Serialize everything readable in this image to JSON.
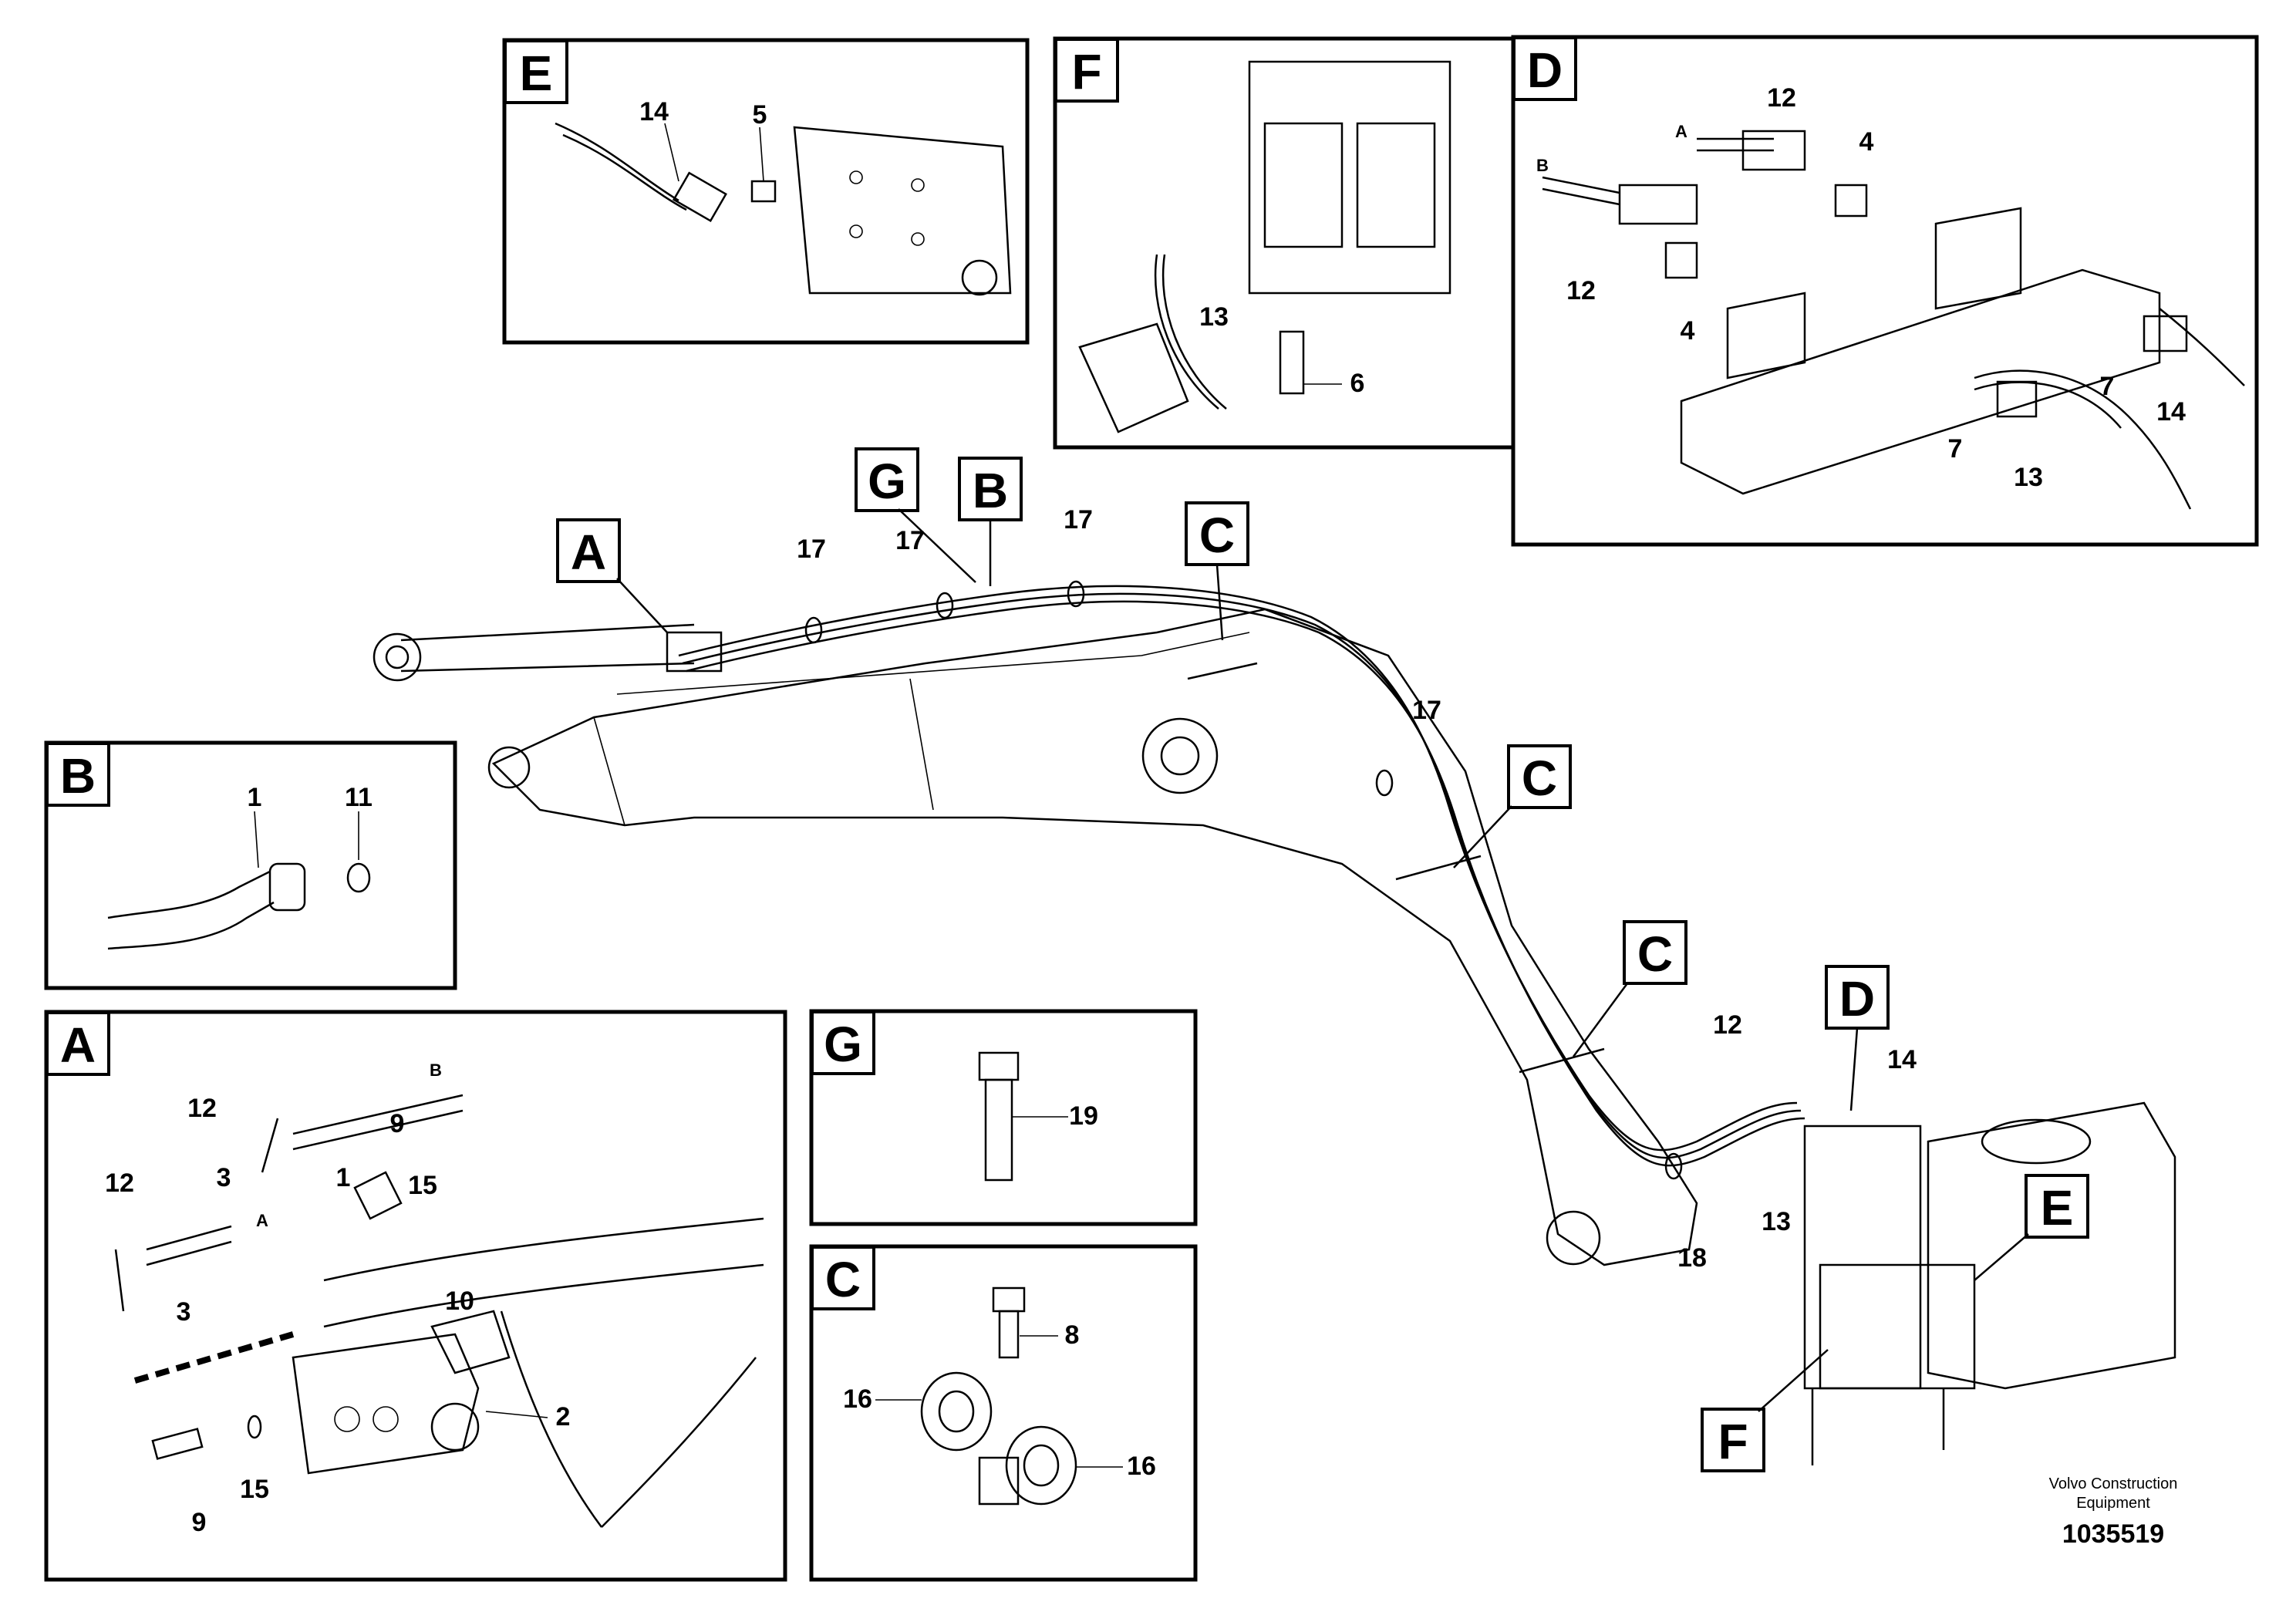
{
  "tags": {
    "e_panel": "E",
    "f_panel": "F",
    "d_panel": "D",
    "b_panel": "B",
    "a_panel": "A",
    "g_panel": "G",
    "c_panel": "C",
    "a_main": "A",
    "g_main": "G",
    "b_main": "B",
    "c_main_1": "C",
    "c_main_2": "C",
    "c_main_3": "C",
    "d_main": "D",
    "e_main": "E",
    "f_main": "F"
  },
  "parts": {
    "e": {
      "p14": "14",
      "p5": "5"
    },
    "f": {
      "p13": "13",
      "p6": "6"
    },
    "d": {
      "a": "A",
      "b": "B",
      "p12_top": "12",
      "p4_top": "4",
      "p12_left": "12",
      "p4_left": "4",
      "p7_right": "7",
      "p14": "14",
      "p7_left": "7",
      "p13": "13"
    },
    "b": {
      "p1": "1",
      "p11": "11"
    },
    "a": {
      "b": "B",
      "p12_top": "12",
      "p9_top": "9",
      "p3_top": "3",
      "p1": "1",
      "p15_top": "15",
      "p12_left": "12",
      "a": "A",
      "p10": "10",
      "p3_left": "3",
      "p2": "2",
      "p15_bottom": "15",
      "p9_bottom": "9"
    },
    "g": {
      "p19": "19"
    },
    "c": {
      "p8": "8",
      "p16_left": "16",
      "p16_right": "16"
    },
    "main": {
      "p17_1": "17",
      "p17_2": "17",
      "p17_3": "17",
      "p17_4": "17",
      "p12": "12",
      "p14": "14",
      "p13": "13",
      "p18": "18"
    }
  },
  "credit": {
    "line1": "Volvo Construction",
    "line2": "Equipment",
    "doc_number": "1035519"
  }
}
